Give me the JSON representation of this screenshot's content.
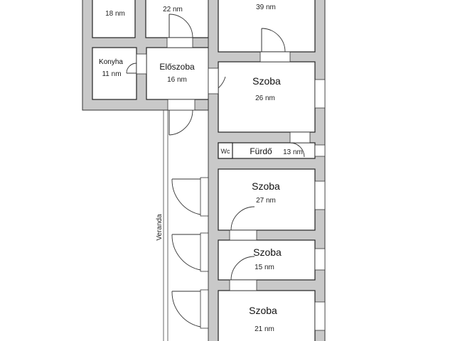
{
  "rooms": {
    "top_left": {
      "area": "18 nm"
    },
    "top_middle": {
      "area": "22 nm"
    },
    "top_right": {
      "area": "39 nm"
    },
    "kitchen": {
      "name": "Konyha",
      "area": "11 nm"
    },
    "hallway": {
      "name": "Előszoba",
      "area": "16 nm"
    },
    "room1": {
      "name": "Szoba",
      "area": "26 nm"
    },
    "bathroom": {
      "name": "Fürdő",
      "area": "13 nm",
      "wc": "Wc"
    },
    "room2": {
      "name": "Szoba",
      "area": "27 nm"
    },
    "room3": {
      "name": "Szoba",
      "area": "15 nm"
    },
    "room4": {
      "name": "Szoba",
      "area": "21 nm"
    }
  },
  "veranda": {
    "name": "Veranda"
  }
}
